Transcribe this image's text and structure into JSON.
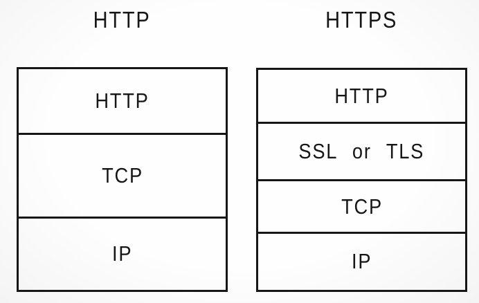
{
  "diagram": {
    "type": "protocol-stack-comparison",
    "colors": {
      "background": "#fdfdfd",
      "line": "#161616",
      "text": "#161616"
    },
    "columns": [
      {
        "title": "HTTP",
        "layers": [
          "HTTP",
          "TCP",
          "IP"
        ]
      },
      {
        "title": "HTTPS",
        "layers": [
          "HTTP",
          "SSL or TLS",
          "TCP",
          "IP"
        ]
      }
    ]
  }
}
